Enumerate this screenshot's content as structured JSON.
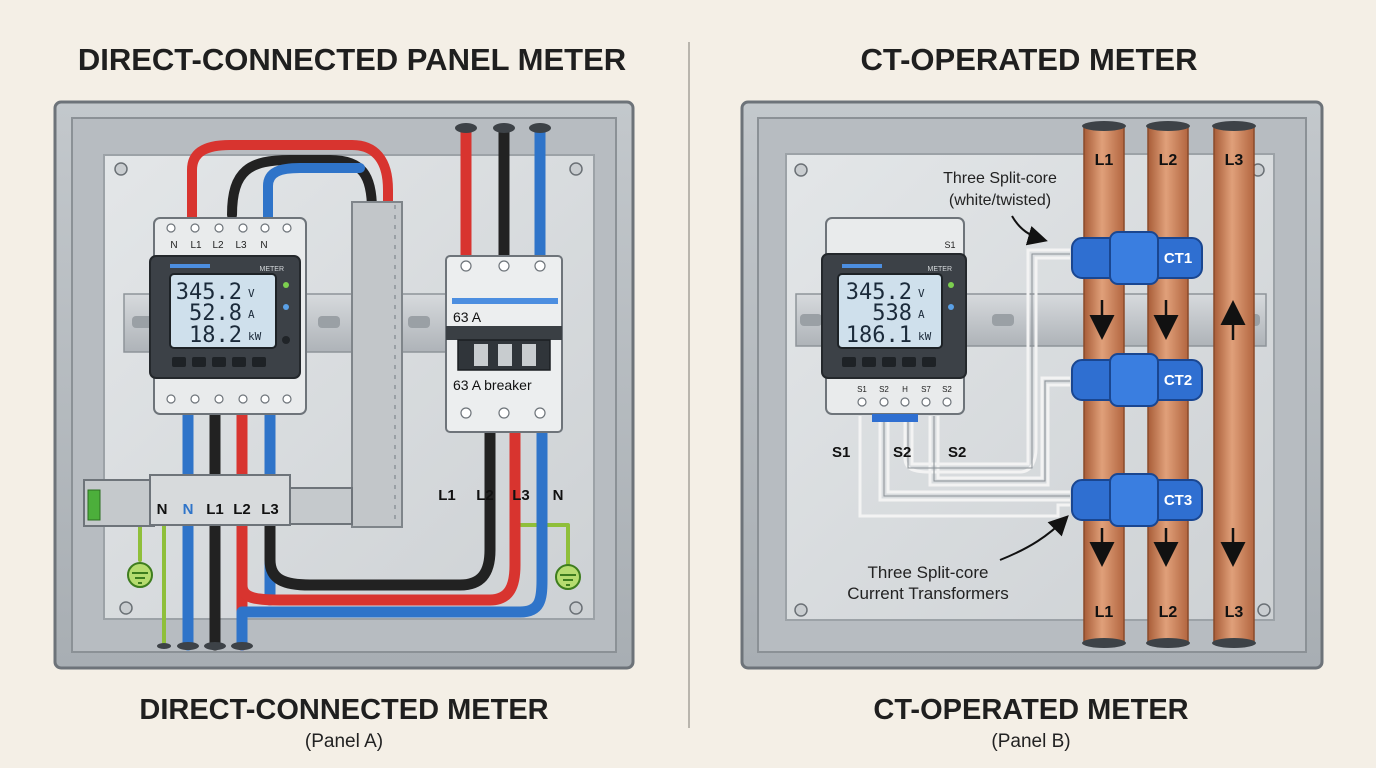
{
  "left": {
    "heading": "DIRECT-CONNECTED PANEL METER",
    "caption": "DIRECT-CONNECTED METER",
    "subcaption": "(Panel A)",
    "meter": {
      "top_terminals": [
        "N",
        "L1",
        "L2",
        "L3",
        "N"
      ],
      "tag": "METER",
      "volts": "345.2",
      "volts_unit": "V",
      "amps": "52.8",
      "amps_unit": "A",
      "power": "18.2",
      "power_unit": "kW"
    },
    "breaker": {
      "rating": "63 A",
      "label": "63 A breaker"
    },
    "terminal_block": [
      "N",
      "N",
      "L1",
      "L2",
      "L3"
    ],
    "cable_labels": [
      "L1",
      "L2",
      "L3",
      "N"
    ]
  },
  "right": {
    "heading": "CT-OPERATED METER",
    "caption": "CT-OPERATED METER",
    "subcaption": "(Panel B)",
    "meter": {
      "top_terminal": "S1",
      "tag": "METER",
      "volts": "345.2",
      "volts_unit": "V",
      "amps": "538",
      "amps_unit": "A",
      "power": "186.1",
      "power_unit": "kW",
      "bottom_terminals": [
        "S1",
        "S2",
        "H",
        "S7",
        "S2"
      ]
    },
    "wire_labels": [
      "S1",
      "S2",
      "S2"
    ],
    "busbars": {
      "top": [
        "L1",
        "L2",
        "L3"
      ],
      "bottom": [
        "L1",
        "L2",
        "L3"
      ]
    },
    "cts": [
      "CT1",
      "CT2",
      "CT3"
    ],
    "note_top": [
      "Three Split-core",
      "(white/twisted)"
    ],
    "note_bottom": [
      "Three Split-core",
      "Current Transformers"
    ]
  },
  "colors": {
    "live_red": "#d8342f",
    "neutral_blue": "#2f74c9",
    "phase_black": "#222222",
    "earth_green": "#8fbf3a",
    "ct_blue": "#2f6fd1",
    "copper": "#c97a4e",
    "lcd": "#cfe0ec"
  }
}
